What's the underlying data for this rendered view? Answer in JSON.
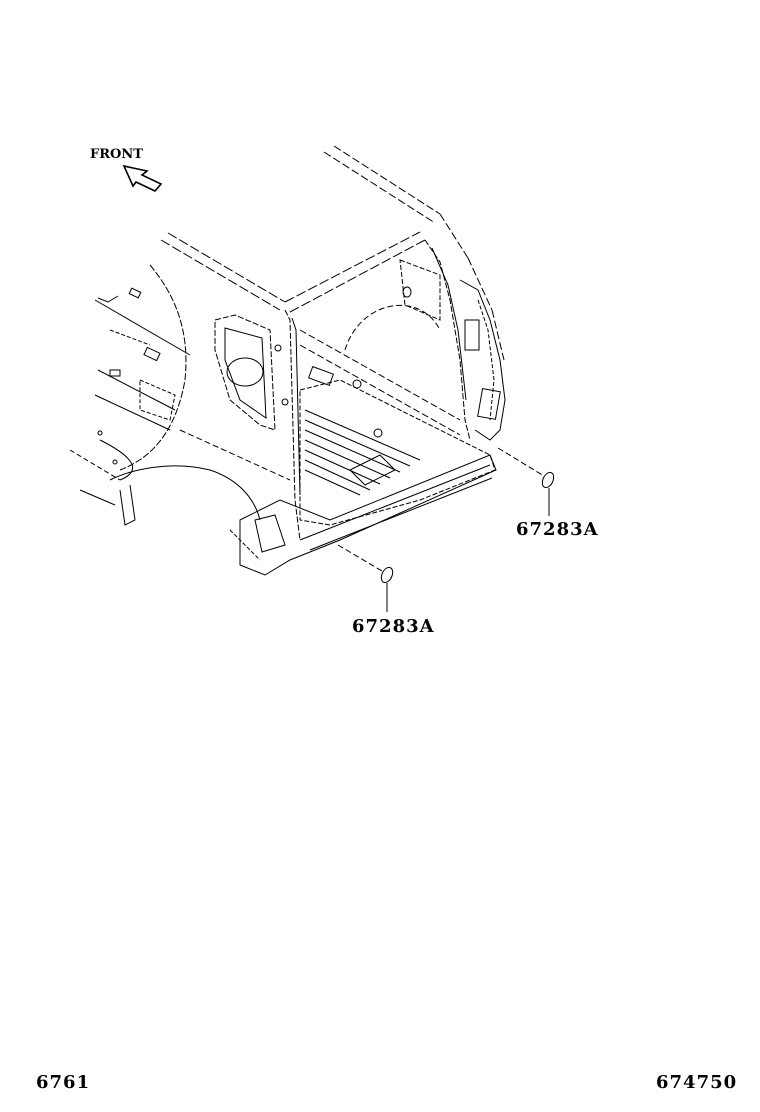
{
  "diagram": {
    "orientation_label": "FRONT",
    "orientation_icon": "arrow-up-left-icon",
    "parts": [
      {
        "label": "67283A",
        "callout": "right-plug"
      },
      {
        "label": "67283A",
        "callout": "lower-plug"
      }
    ]
  },
  "footer": {
    "left_code": "6761",
    "right_code": "674750"
  },
  "colors": {
    "line": "#000000",
    "background": "#ffffff"
  }
}
